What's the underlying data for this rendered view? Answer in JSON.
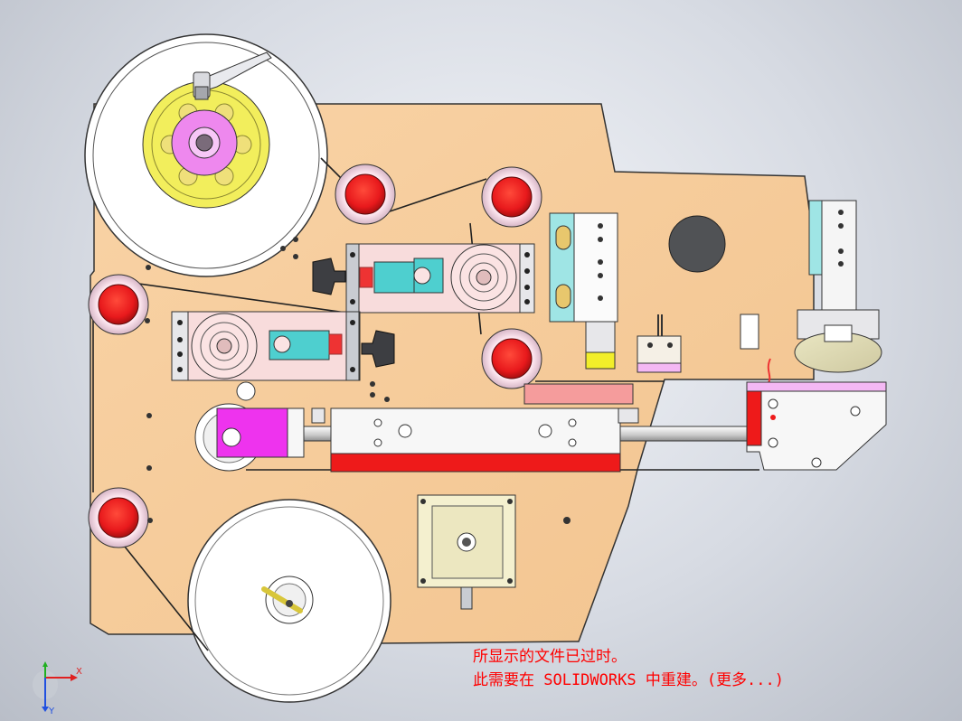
{
  "viewport": {
    "background": "gradient-gray",
    "plate_color": "#f7ce9d",
    "roller_color": "#e8191c",
    "accent_colors": {
      "yellow_hub": "#f2ee5c",
      "pink_hub": "#ee88ee",
      "cyan_block": "#4ecfcf",
      "magenta_block": "#ee33ee",
      "red_bar": "#ee1a1a",
      "yellow_sensor": "#f2ee2a"
    }
  },
  "overlay": {
    "line1": "所显示的文件已过时。",
    "line2": "此需要在 SOLIDWORKS 中重建。(更多...)"
  },
  "triad": {
    "x_label": "X",
    "y_label": "Y"
  }
}
